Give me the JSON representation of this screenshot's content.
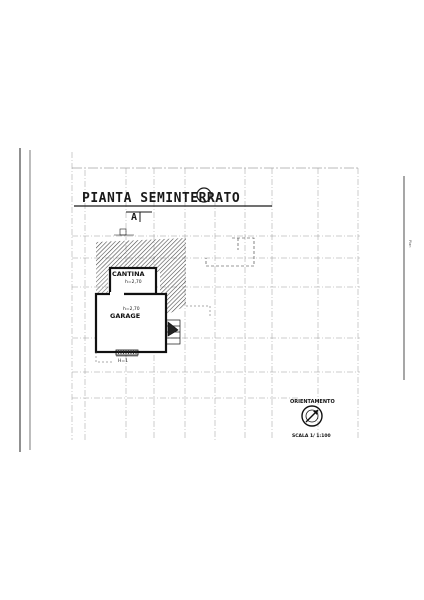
{
  "plan": {
    "title": "PIANTA SEMINTERRATO",
    "section_mark": "A",
    "rooms": [
      {
        "name": "CANTINA",
        "height": "h=2,70"
      },
      {
        "name": "GARAGE",
        "height": "h=2,70"
      }
    ],
    "stair_label": "H=1"
  },
  "orientation": {
    "label": "ORIENTAMENTO",
    "scale": "SCALA 1/ 1:100"
  },
  "margin_note": "Plan",
  "colors": {
    "ink": "#1a1a1a",
    "grid": "#9a9a9a",
    "hatch": "#3a3a3a",
    "paper": "#ffffff"
  }
}
